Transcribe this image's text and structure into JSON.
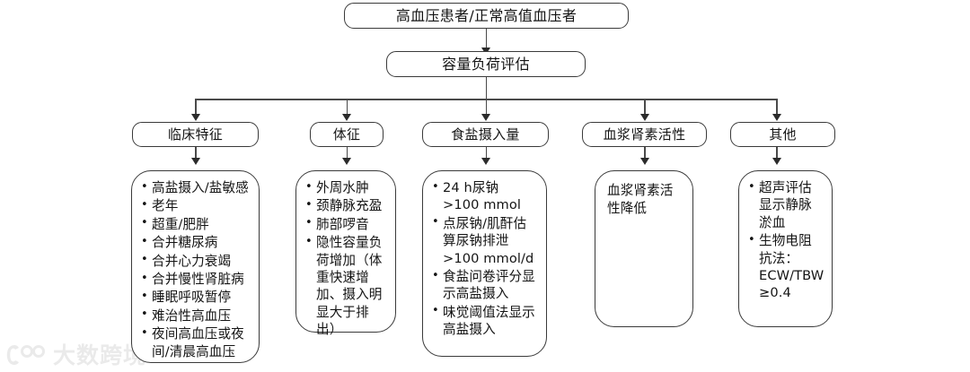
{
  "diagram": {
    "root": {
      "label": "高血压患者/正常高值血压者"
    },
    "assessment": {
      "label": "容量负荷评估"
    },
    "categories": [
      {
        "label": "临床特征"
      },
      {
        "label": "体征"
      },
      {
        "label": "食盐摄入量"
      },
      {
        "label": "血浆肾素活性"
      },
      {
        "label": "其他"
      }
    ],
    "details": [
      {
        "style": "bullets",
        "items": [
          "高盐摄入/盐敏感",
          "老年",
          "超重/肥胖",
          "合并糖尿病",
          "合并心力衰竭",
          "合并慢性肾脏病",
          "睡眠呼吸暂停",
          "难治性高血压",
          "夜间高血压或夜间/清晨高血压"
        ]
      },
      {
        "style": "bullets",
        "items": [
          "外周水肿",
          "颈静脉充盈",
          "肺部啰音",
          "隐性容量负荷增加（体重快速增加、摄入明显大于排出）"
        ]
      },
      {
        "style": "bullets",
        "items": [
          "24 h尿钠 >100 mmol",
          "点尿钠/肌酐估算尿钠排泄 >100 mmol/d",
          "食盐问卷评分显示高盐摄入",
          "味觉阈值法显示高盐摄入"
        ]
      },
      {
        "style": "plain",
        "items": [
          "血浆肾素活性降低"
        ]
      },
      {
        "style": "bullets",
        "items": [
          "超声评估显示静脉淤血",
          "生物电阻抗法：ECW/TBW ≥0.4"
        ]
      }
    ]
  },
  "watermark": {
    "label": "大数跨境"
  },
  "colors": {
    "border": "#3a3a3a",
    "connector": "#4a4a4a",
    "text": "#141414",
    "background": "#ffffff"
  }
}
